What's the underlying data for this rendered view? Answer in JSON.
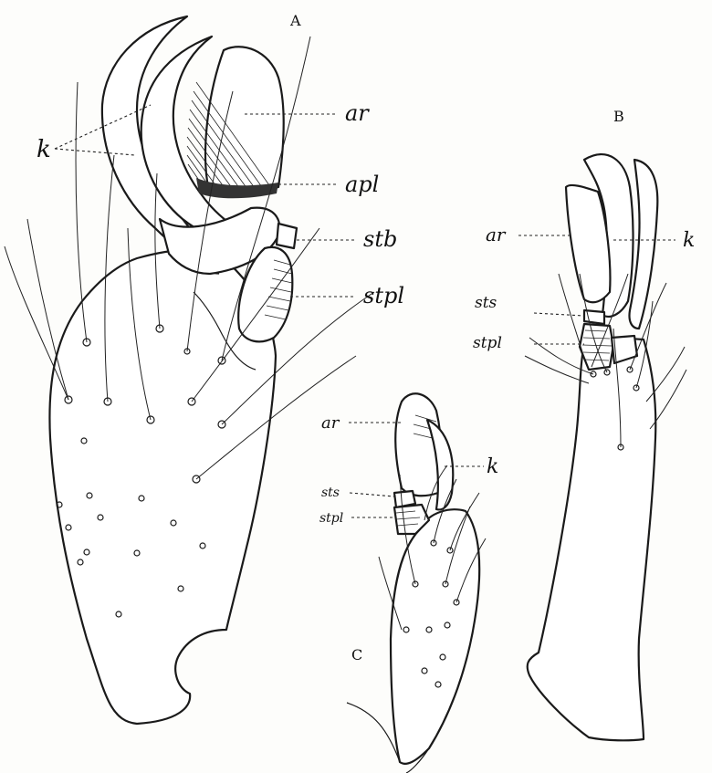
{
  "panels": {
    "a": "A",
    "b": "B",
    "c": "C"
  },
  "labels": {
    "a_k": "k",
    "a_ar": "ar",
    "a_apl": "apl",
    "a_stb": "stb",
    "a_stpl": "stpl",
    "b_ar": "ar",
    "b_k": "k",
    "b_sts": "sts",
    "b_stpl": "stpl",
    "c_ar": "ar",
    "c_k": "k",
    "c_sts": "sts",
    "c_stpl": "stpl"
  }
}
